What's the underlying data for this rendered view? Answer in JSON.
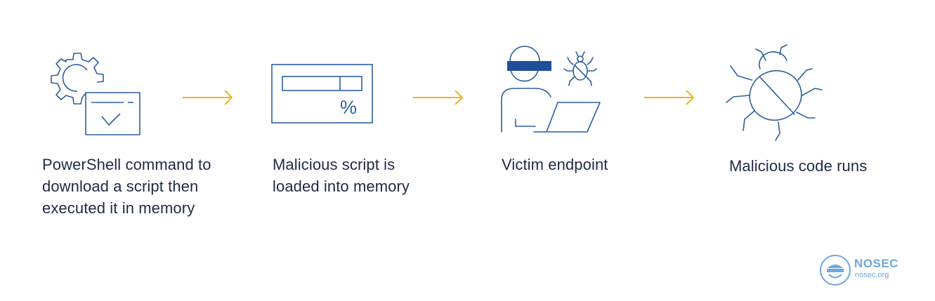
{
  "colors": {
    "icon_stroke": "#2c5f9e",
    "icon_fill": "#1e4f97",
    "arrow": "#f2b01e",
    "text": "#1f2a44",
    "watermark": "#6fa7dc"
  },
  "steps": [
    {
      "icon": "gear-window-check-icon",
      "label": "PowerShell command to download a script then executed it in memory"
    },
    {
      "icon": "progress-window-icon",
      "label": "Malicious script is loaded into memory"
    },
    {
      "icon": "masked-user-laptop-bug-icon",
      "label": "Victim endpoint"
    },
    {
      "icon": "crossed-bug-icon",
      "label": "Malicious code runs"
    }
  ],
  "progress_symbol": "%",
  "watermark": {
    "name": "NOSEC",
    "site": "nosec.org"
  }
}
